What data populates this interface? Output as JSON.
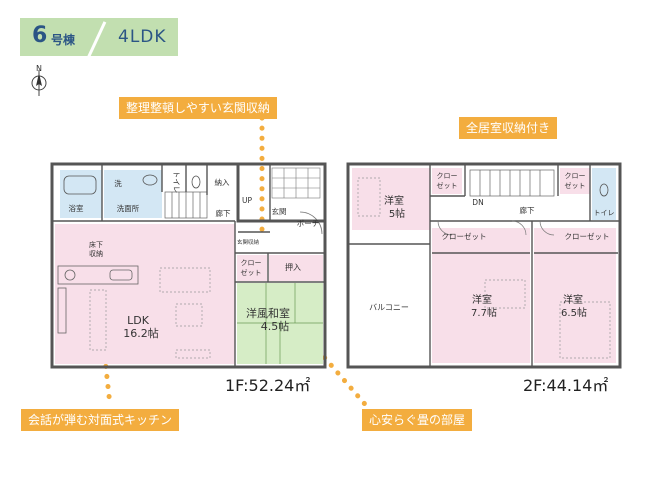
{
  "header": {
    "building_number": "6",
    "building_suffix": "号棟",
    "plan_type": "4LDK"
  },
  "compass": {
    "label": "N"
  },
  "callouts": {
    "entrance_storage": "整理整頓しやすい玄関収納",
    "all_rooms_storage": "全居室収納付き",
    "kitchen": "会話が弾む対面式キッチン",
    "tatami": "心安らぐ畳の部屋"
  },
  "floor1": {
    "area_label": "1F:52.24㎡",
    "rooms": {
      "bath": "浴室",
      "washroom": "洗面所",
      "laundry": "洗",
      "toilet": "トイレ",
      "pantry": "納入",
      "stairs_up": "UP",
      "hall": "廊下",
      "entrance": "玄関",
      "porch": "ポーチ",
      "entrance_storage": "玄関収納",
      "underfloor_line1": "床下",
      "underfloor_line2": "収納",
      "ldk_name": "LDK",
      "ldk_size": "16.2帖",
      "closet_line1": "クロー",
      "closet_line2": "ゼット",
      "oshiire": "押入",
      "washitsu_name": "洋風和室",
      "washitsu_size": "4.5帖"
    }
  },
  "floor2": {
    "area_label": "2F:44.14㎡",
    "rooms": {
      "bedroom1_name": "洋室",
      "bedroom1_size": "5帖",
      "closet_a_line1": "クロー",
      "closet_a_line2": "ゼット",
      "stairs_dn": "DN",
      "hall": "廊下",
      "closet_b_line1": "クロー",
      "closet_b_line2": "ゼット",
      "toilet": "トイレ",
      "balcony": "バルコニー",
      "closet_c": "クローゼット",
      "closet_d": "クローゼット",
      "bedroom2_name": "洋室",
      "bedroom2_size": "7.7帖",
      "bedroom3_name": "洋室",
      "bedroom3_size": "6.5帖"
    }
  },
  "colors": {
    "badge_bg": "#c2dfb0",
    "badge_text": "#2b5585",
    "callout_bg": "#f3ad3f",
    "room_pink": "#f8dfe9",
    "bath_blue": "#d3e7f4",
    "tatami_green": "#d6edc6",
    "wall": "#555555"
  }
}
